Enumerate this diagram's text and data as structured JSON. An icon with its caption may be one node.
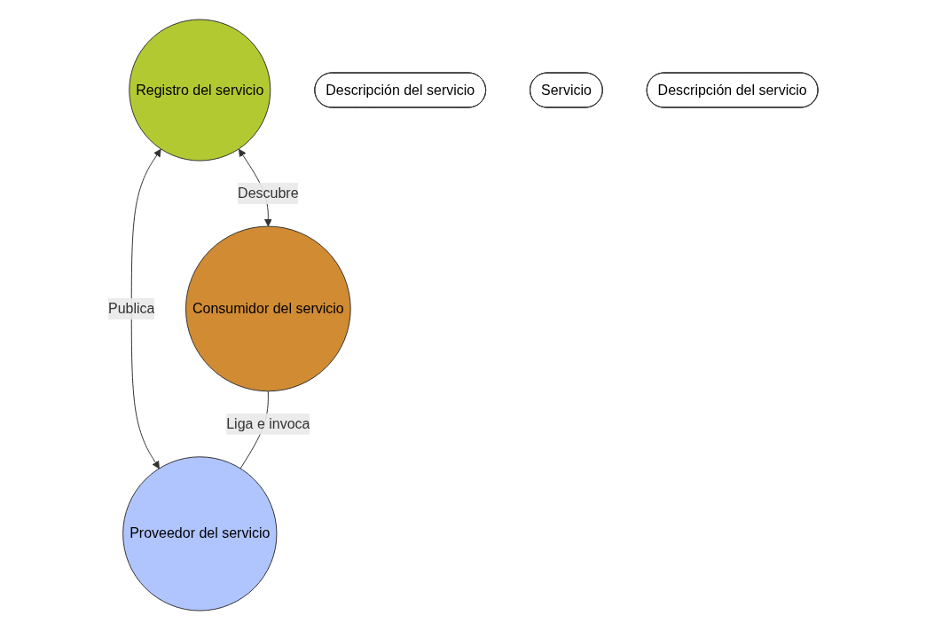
{
  "diagram": {
    "nodes": [
      {
        "text": [
          "Registro del servicio"
        ]
      },
      {
        "text": [
          "Descripción del servicio"
        ]
      },
      {
        "text": [
          "Consumidor del servicio"
        ]
      },
      {
        "text": [
          "Proveedor del servicio"
        ]
      },
      {
        "text": [
          "Servicio"
        ]
      },
      {
        "text": [
          "Descripción del servicio"
        ]
      }
    ],
    "edges": [
      {
        "from": 0,
        "to": 2,
        "arrow": "both",
        "label": "Descubre"
      },
      {
        "from": 0,
        "to": 3,
        "arrow": "both",
        "label": "Publica"
      },
      {
        "from": 2,
        "to": 3,
        "arrow": "none",
        "label": "Liga e invoca"
      }
    ]
  }
}
